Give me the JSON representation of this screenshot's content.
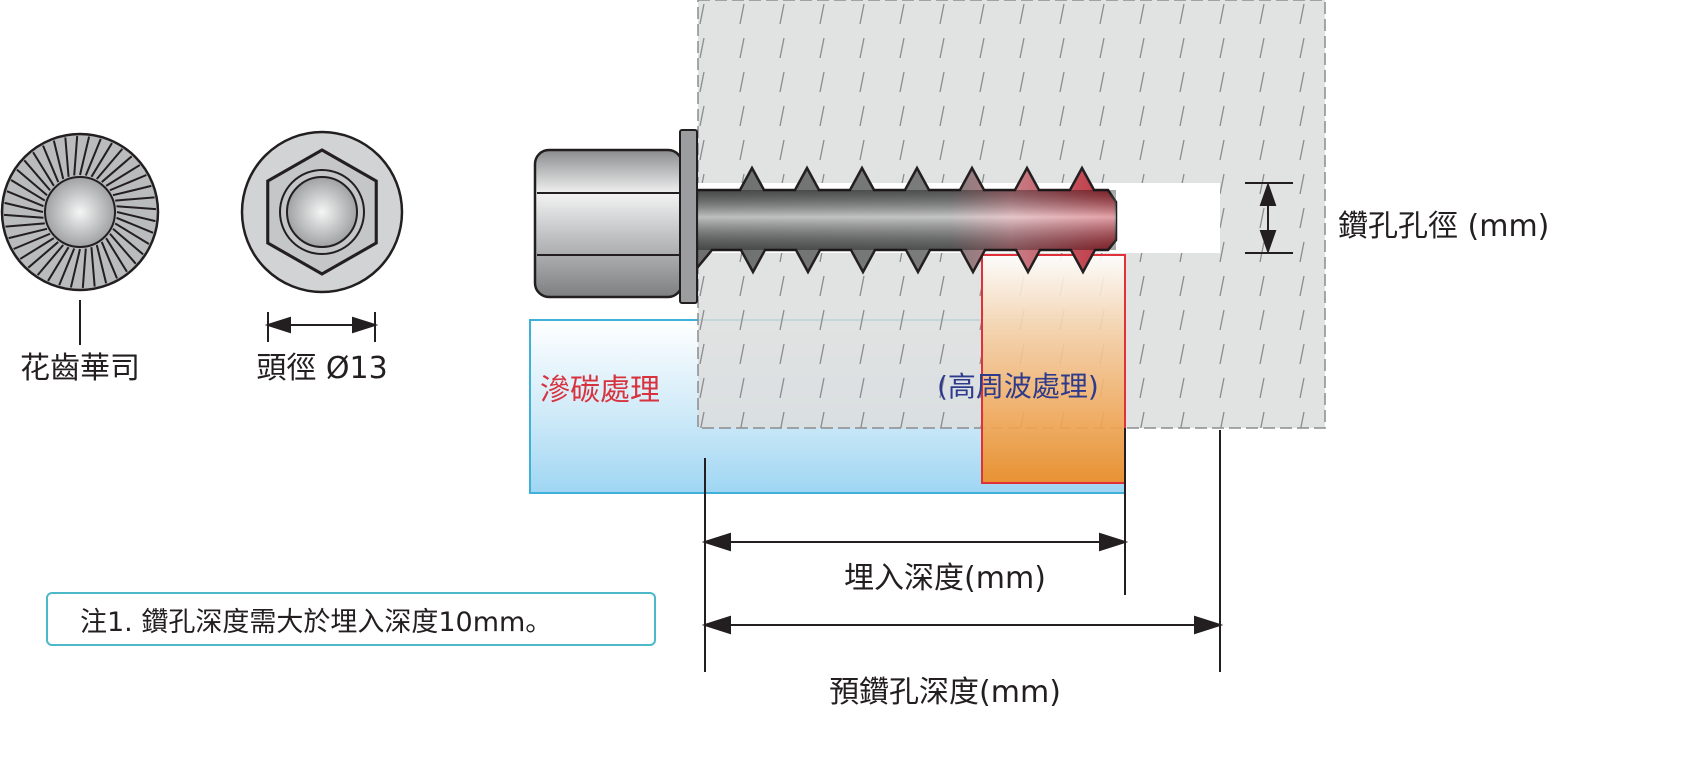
{
  "labels": {
    "washer": "花齒華司",
    "head_diameter": "頭徑 Ø13",
    "drill_diameter": "鑽孔孔徑 (mm)",
    "carburizing": "滲碳處理",
    "induction": "(高周波處理)",
    "embed_depth": "埋入深度(mm)",
    "predrill_depth": "預鑽孔深度(mm)"
  },
  "note": "注1. 鑽孔深度需大於埋入深度10mm。",
  "colors": {
    "carburizing_text": "#d7333f",
    "induction_text": "#2e3b8c",
    "note_border": "#4cb8c8",
    "concrete": "#dcdddd",
    "blue_zone": "#9fd6f3",
    "orange_zone": "#ef8a1e"
  }
}
